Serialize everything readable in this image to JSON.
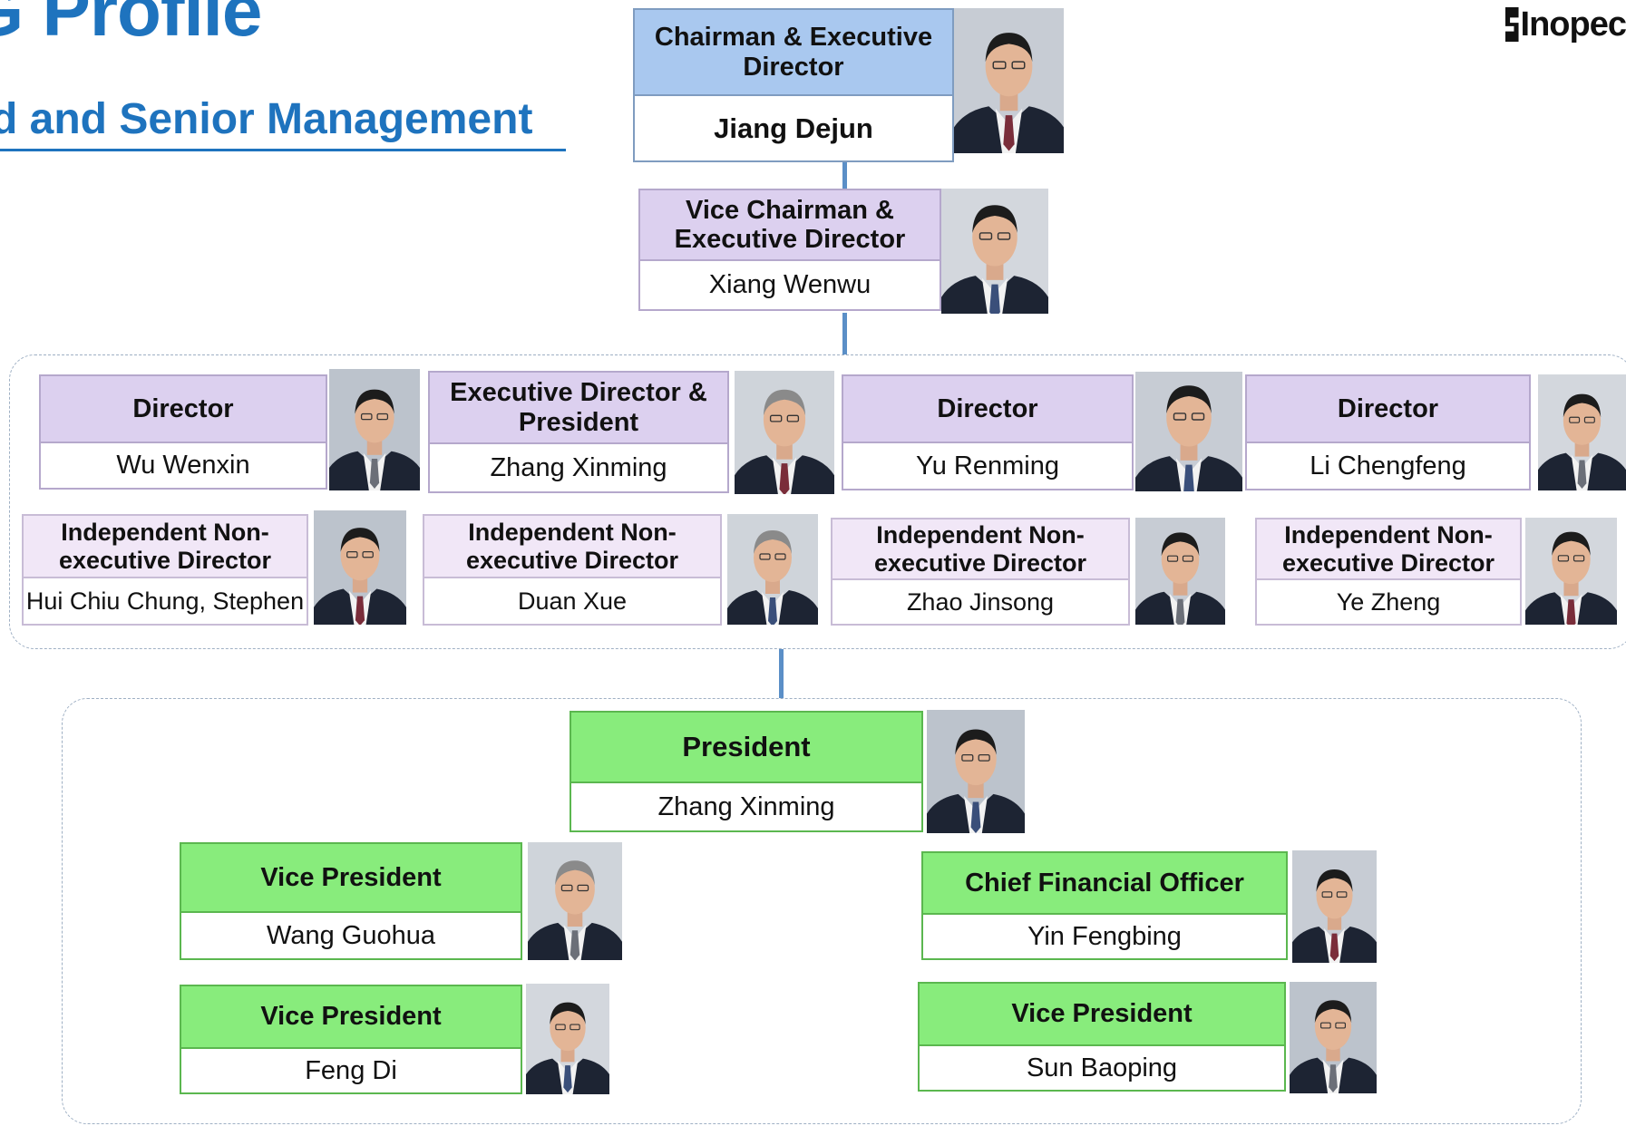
{
  "header": {
    "title": "G Profile",
    "subtitle": "d and Senior Management",
    "logo_text": "Inopec"
  },
  "colors": {
    "title_blue": "#1e73be",
    "chairman_role_fill": "#a9c8ef",
    "director_role_fill": "#dcd0ef",
    "independent_role_fill": "#f1e7f7",
    "management_role_fill": "#88ec7c",
    "connector": "#5b8fc7"
  },
  "chairman": {
    "role": "Chairman & Executive Director",
    "name": "Jiang Dejun"
  },
  "vice_chairman": {
    "role": "Vice Chairman & Executive Director",
    "name": "Xiang Wenwu"
  },
  "directors": [
    {
      "role": "Director",
      "name": "Wu Wenxin"
    },
    {
      "role": "Executive Director & President",
      "name": "Zhang Xinming"
    },
    {
      "role": "Director",
      "name": "Yu Renming"
    },
    {
      "role": "Director",
      "name": "Li Chengfeng"
    }
  ],
  "independent_directors": [
    {
      "role": "Independent Non-executive Director",
      "name": "Hui Chiu Chung, Stephen"
    },
    {
      "role": "Independent Non-executive Director",
      "name": "Duan Xue"
    },
    {
      "role": "Independent Non-executive Director",
      "name": "Zhao Jinsong"
    },
    {
      "role": "Independent Non-executive Director",
      "name": "Ye Zheng"
    }
  ],
  "president": {
    "role": "President",
    "name": "Zhang Xinming"
  },
  "senior_management": [
    {
      "role": "Vice President",
      "name": "Wang Guohua"
    },
    {
      "role": "Chief Financial Officer",
      "name": "Yin Fengbing"
    },
    {
      "role": "Vice President",
      "name": "Feng Di"
    },
    {
      "role": "Vice President",
      "name": "Sun Baoping"
    }
  ]
}
